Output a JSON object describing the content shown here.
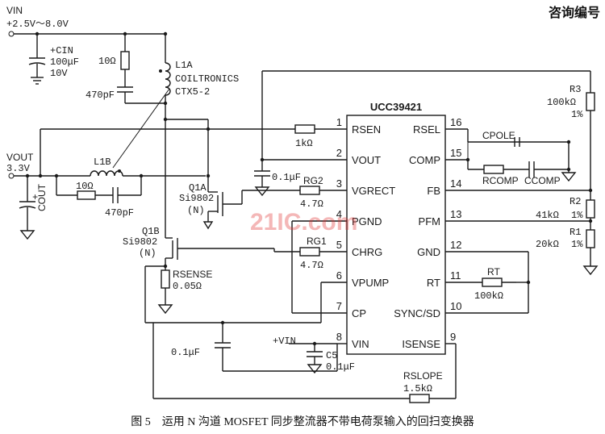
{
  "header": {
    "label": "咨询编号"
  },
  "caption": "图 5　运用 N 沟道 MOSFET 同步整流器不带电荷泵输入的回扫变换器",
  "watermark": "21IC.com",
  "chip": {
    "name": "UCC39421"
  },
  "pins_left": [
    {
      "num": "1",
      "name": "RSEN"
    },
    {
      "num": "2",
      "name": "VOUT"
    },
    {
      "num": "3",
      "name": "VGRECT"
    },
    {
      "num": "4",
      "name": "PGND"
    },
    {
      "num": "5",
      "name": "CHRG"
    },
    {
      "num": "6",
      "name": "VPUMP"
    },
    {
      "num": "7",
      "name": "CP"
    },
    {
      "num": "8",
      "name": "VIN"
    }
  ],
  "pins_right": [
    {
      "num": "16",
      "name": "RSEL"
    },
    {
      "num": "15",
      "name": "COMP"
    },
    {
      "num": "14",
      "name": "FB"
    },
    {
      "num": "13",
      "name": "PFM"
    },
    {
      "num": "12",
      "name": "GND"
    },
    {
      "num": "11",
      "name": "RT"
    },
    {
      "num": "10",
      "name": "SYNC/SD"
    },
    {
      "num": "9",
      "name": "ISENSE"
    }
  ],
  "input": {
    "name": "VIN",
    "range": "+2.5V～8.0V"
  },
  "output": {
    "name": "VOUT",
    "voltage": "3.3V"
  },
  "cin": {
    "name": "+CIN",
    "value": "100μF",
    "rating": "10V"
  },
  "snubber_top": {
    "r": "10Ω",
    "c": "470pF"
  },
  "l1a": {
    "name": "L1A",
    "maker": "COILTRONICS",
    "part": "CTX5-2"
  },
  "l1b": {
    "name": "L1B"
  },
  "snubber_out": {
    "r": "10Ω",
    "c": "470pF"
  },
  "cout": {
    "name": "COUT",
    "plus": "+"
  },
  "q1a": {
    "name": "Q1A",
    "part": "Si9802",
    "type": "(N)"
  },
  "q1b": {
    "name": "Q1B",
    "part": "Si9802",
    "type": "(N)"
  },
  "rsen": {
    "value": "1kΩ"
  },
  "cvout": {
    "value": "0.1μF"
  },
  "rg2": {
    "name": "RG2",
    "value": "4.7Ω"
  },
  "rg1": {
    "name": "RG1",
    "value": "4.7Ω"
  },
  "rsense": {
    "name": "RSENSE",
    "value": "0.05Ω"
  },
  "cvpump": {
    "value": "0.1μF"
  },
  "c5": {
    "name": "C5",
    "value": "0.1μF",
    "vin": "+VIN"
  },
  "rslope": {
    "name": "RSLOPE",
    "value": "1.5kΩ"
  },
  "cpole": {
    "name": "CPOLE"
  },
  "rcomp": {
    "name": "RCOMP"
  },
  "ccomp": {
    "name": "CCOMP"
  },
  "r3": {
    "name": "R3",
    "value": "100kΩ",
    "tol": "1%"
  },
  "r2": {
    "name": "R2",
    "value": "41kΩ",
    "tol": "1%"
  },
  "r1": {
    "name": "R1",
    "value": "20kΩ",
    "tol": "1%"
  },
  "rt": {
    "name": "RT",
    "value": "100kΩ"
  },
  "colors": {
    "ink": "#1a1a1a",
    "watermark": "#e03030"
  }
}
